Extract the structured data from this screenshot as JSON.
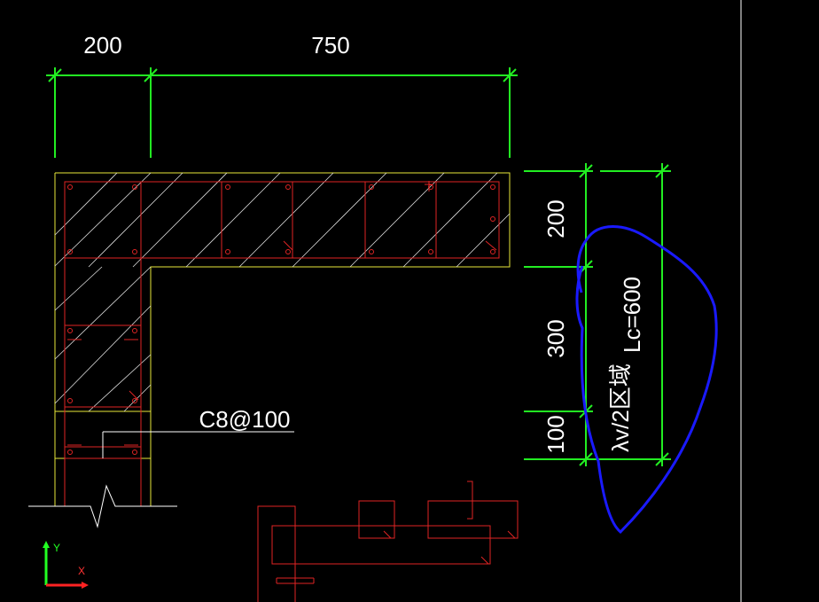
{
  "dimensions": {
    "top_left": "200",
    "top_right": "750",
    "side_top": "200",
    "side_mid": "300",
    "side_bottom": "100",
    "side_total": "Lc=600"
  },
  "labels": {
    "rebar": "C8@100",
    "region": "λv/2区域"
  },
  "ucs": {
    "x_label": "X",
    "y_label": "Y"
  },
  "colors": {
    "background": "#000000",
    "dimension": "#22ee22",
    "outline": "#e8e83a",
    "rebar": "#e02424",
    "annotation": "#1a1aff",
    "text": "#ffffff"
  }
}
